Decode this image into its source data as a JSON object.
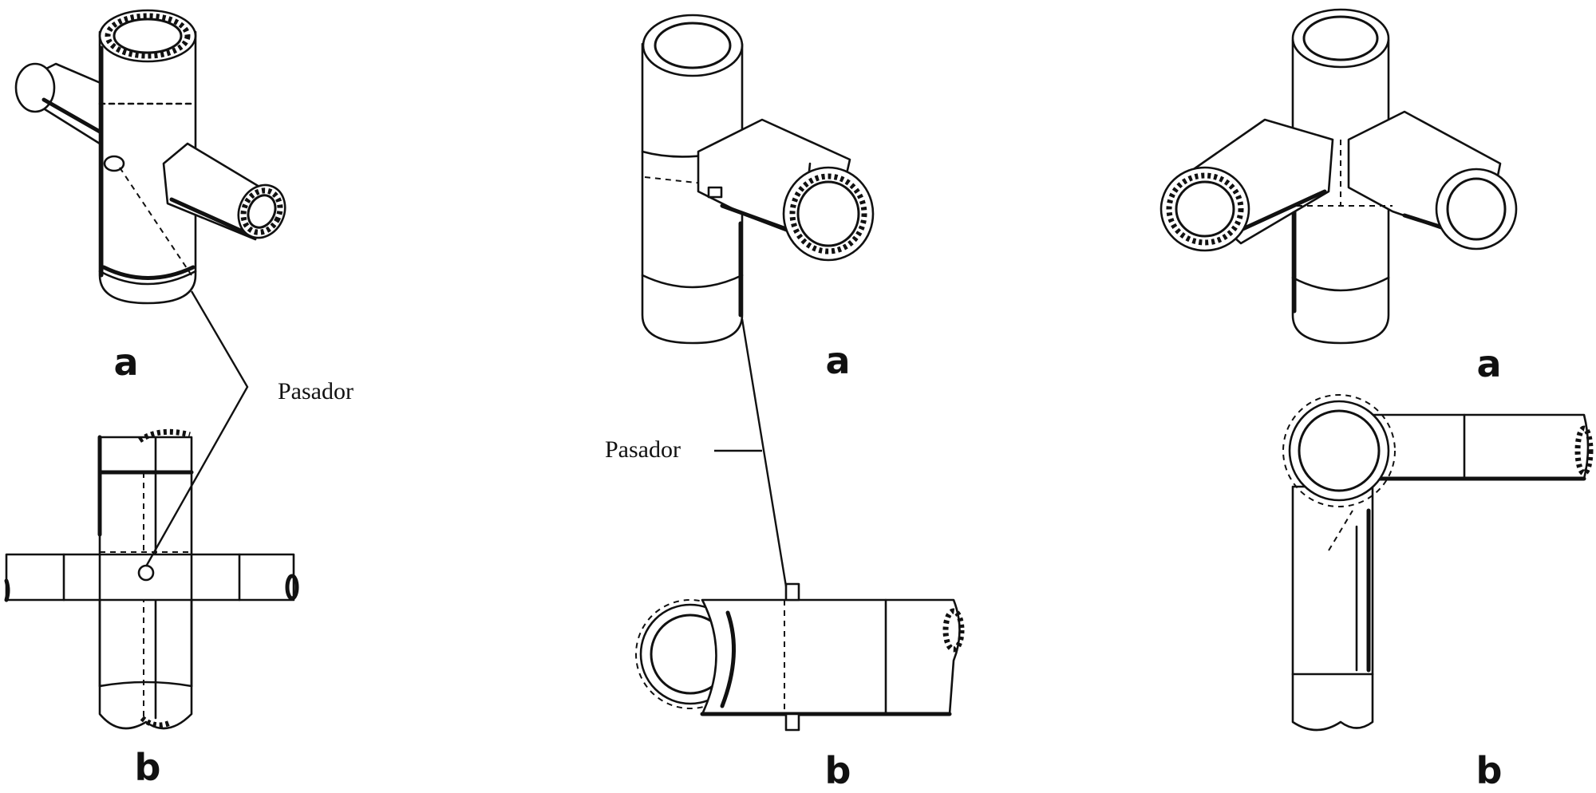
{
  "labels": {
    "a": "a",
    "b": "b",
    "pin": "Pasador"
  },
  "colors": {
    "ink": "#111111",
    "background": "#ffffff"
  }
}
